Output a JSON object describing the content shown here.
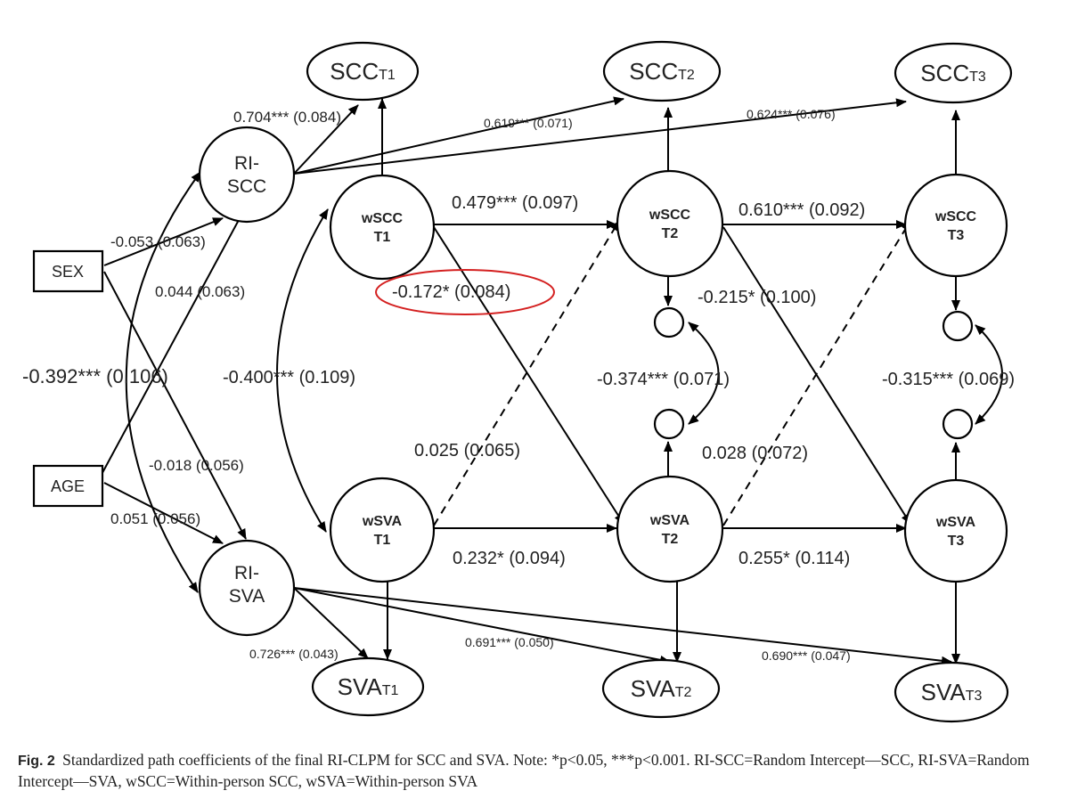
{
  "nodes": {
    "scc_t1": {
      "main": "SCC",
      "sub": "T1"
    },
    "scc_t2": {
      "main": "SCC",
      "sub": "T2"
    },
    "scc_t3": {
      "main": "SCC",
      "sub": "T3"
    },
    "sva_t1": {
      "main": "SVA",
      "sub": "T1"
    },
    "sva_t2": {
      "main": "SVA",
      "sub": "T2"
    },
    "sva_t3": {
      "main": "SVA",
      "sub": "T3"
    },
    "ri_scc": [
      "RI-",
      "SCC"
    ],
    "ri_sva": [
      "RI-",
      "SVA"
    ],
    "wscc_t1": [
      "wSCC",
      "T1"
    ],
    "wscc_t2": [
      "wSCC",
      "T2"
    ],
    "wscc_t3": [
      "wSCC",
      "T3"
    ],
    "wsva_t1": [
      "wSVA",
      "T1"
    ],
    "wsva_t2": [
      "wSVA",
      "T2"
    ],
    "wsva_t3": [
      "wSVA",
      "T3"
    ],
    "sex": "SEX",
    "age": "AGE"
  },
  "coefficients": {
    "ri_scc_scc_t1": "0.704*** (0.084)",
    "ri_scc_scc_t2": "0.619*** (0.071)",
    "ri_scc_scc_t3": "0.624*** (0.076)",
    "ri_sva_sva_t1": "0.726*** (0.043)",
    "ri_sva_sva_t2": "0.691*** (0.050)",
    "ri_sva_sva_t3": "0.690*** (0.047)",
    "sex_ri_scc": "-0.053 (0.063)",
    "age_ri_scc": "0.044 (0.063)",
    "sex_ri_sva": "-0.018 (0.056)",
    "age_ri_sva": "0.051 (0.056)",
    "ri_covariance": "-0.392*** (0.106)",
    "wscc_wsva_t1_cov": "-0.400*** (0.109)",
    "wscc_t1_t2": "0.479*** (0.097)",
    "wscc_t2_t3": "0.610*** (0.092)",
    "wsva_t1_t2": "0.232* (0.094)",
    "wsva_t2_t3": "0.255* (0.114)",
    "wscc_t1_wsva_t2": "-0.172* (0.084)",
    "wscc_t2_wsva_t3": "-0.215* (0.100)",
    "wsva_t1_wscc_t2": "0.025 (0.065)",
    "wsva_t2_wscc_t3": "0.028 (0.072)",
    "resid_cov_t2": "-0.374*** (0.071)",
    "resid_cov_t3": "-0.315*** (0.069)"
  },
  "highlight_color": "#d42020",
  "caption": {
    "label": "Fig. 2",
    "text": "Standardized path coefficients of the final RI-CLPM for SCC and SVA. Note: *p<0.05, ***p<0.001. RI-SCC=Random Intercept—SCC, RI-SVA=Random Intercept—SVA, wSCC=Within-person SCC, wSVA=Within-person SVA"
  }
}
